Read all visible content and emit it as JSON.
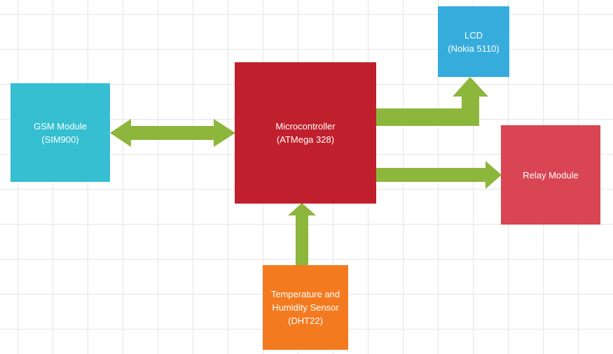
{
  "colors": {
    "arrow": "#8db63c",
    "gsm": "#35bfd1",
    "microcontroller": "#c0202d",
    "lcd": "#36acdc",
    "relay": "#d94552",
    "sensor": "#f47a20"
  },
  "blocks": {
    "gsm": {
      "line1": "GSM Module",
      "line2": "(SIM900)"
    },
    "microcontroller": {
      "line1": "Microcontroller",
      "line2": "(ATMega 328)"
    },
    "lcd": {
      "line1": "LCD",
      "line2": "(Nokia 5110)"
    },
    "relay": {
      "line1": "Relay Module"
    },
    "sensor": {
      "line1": "Temperature and",
      "line2": "Humidity Sensor",
      "line3": "(DHT22)"
    }
  }
}
